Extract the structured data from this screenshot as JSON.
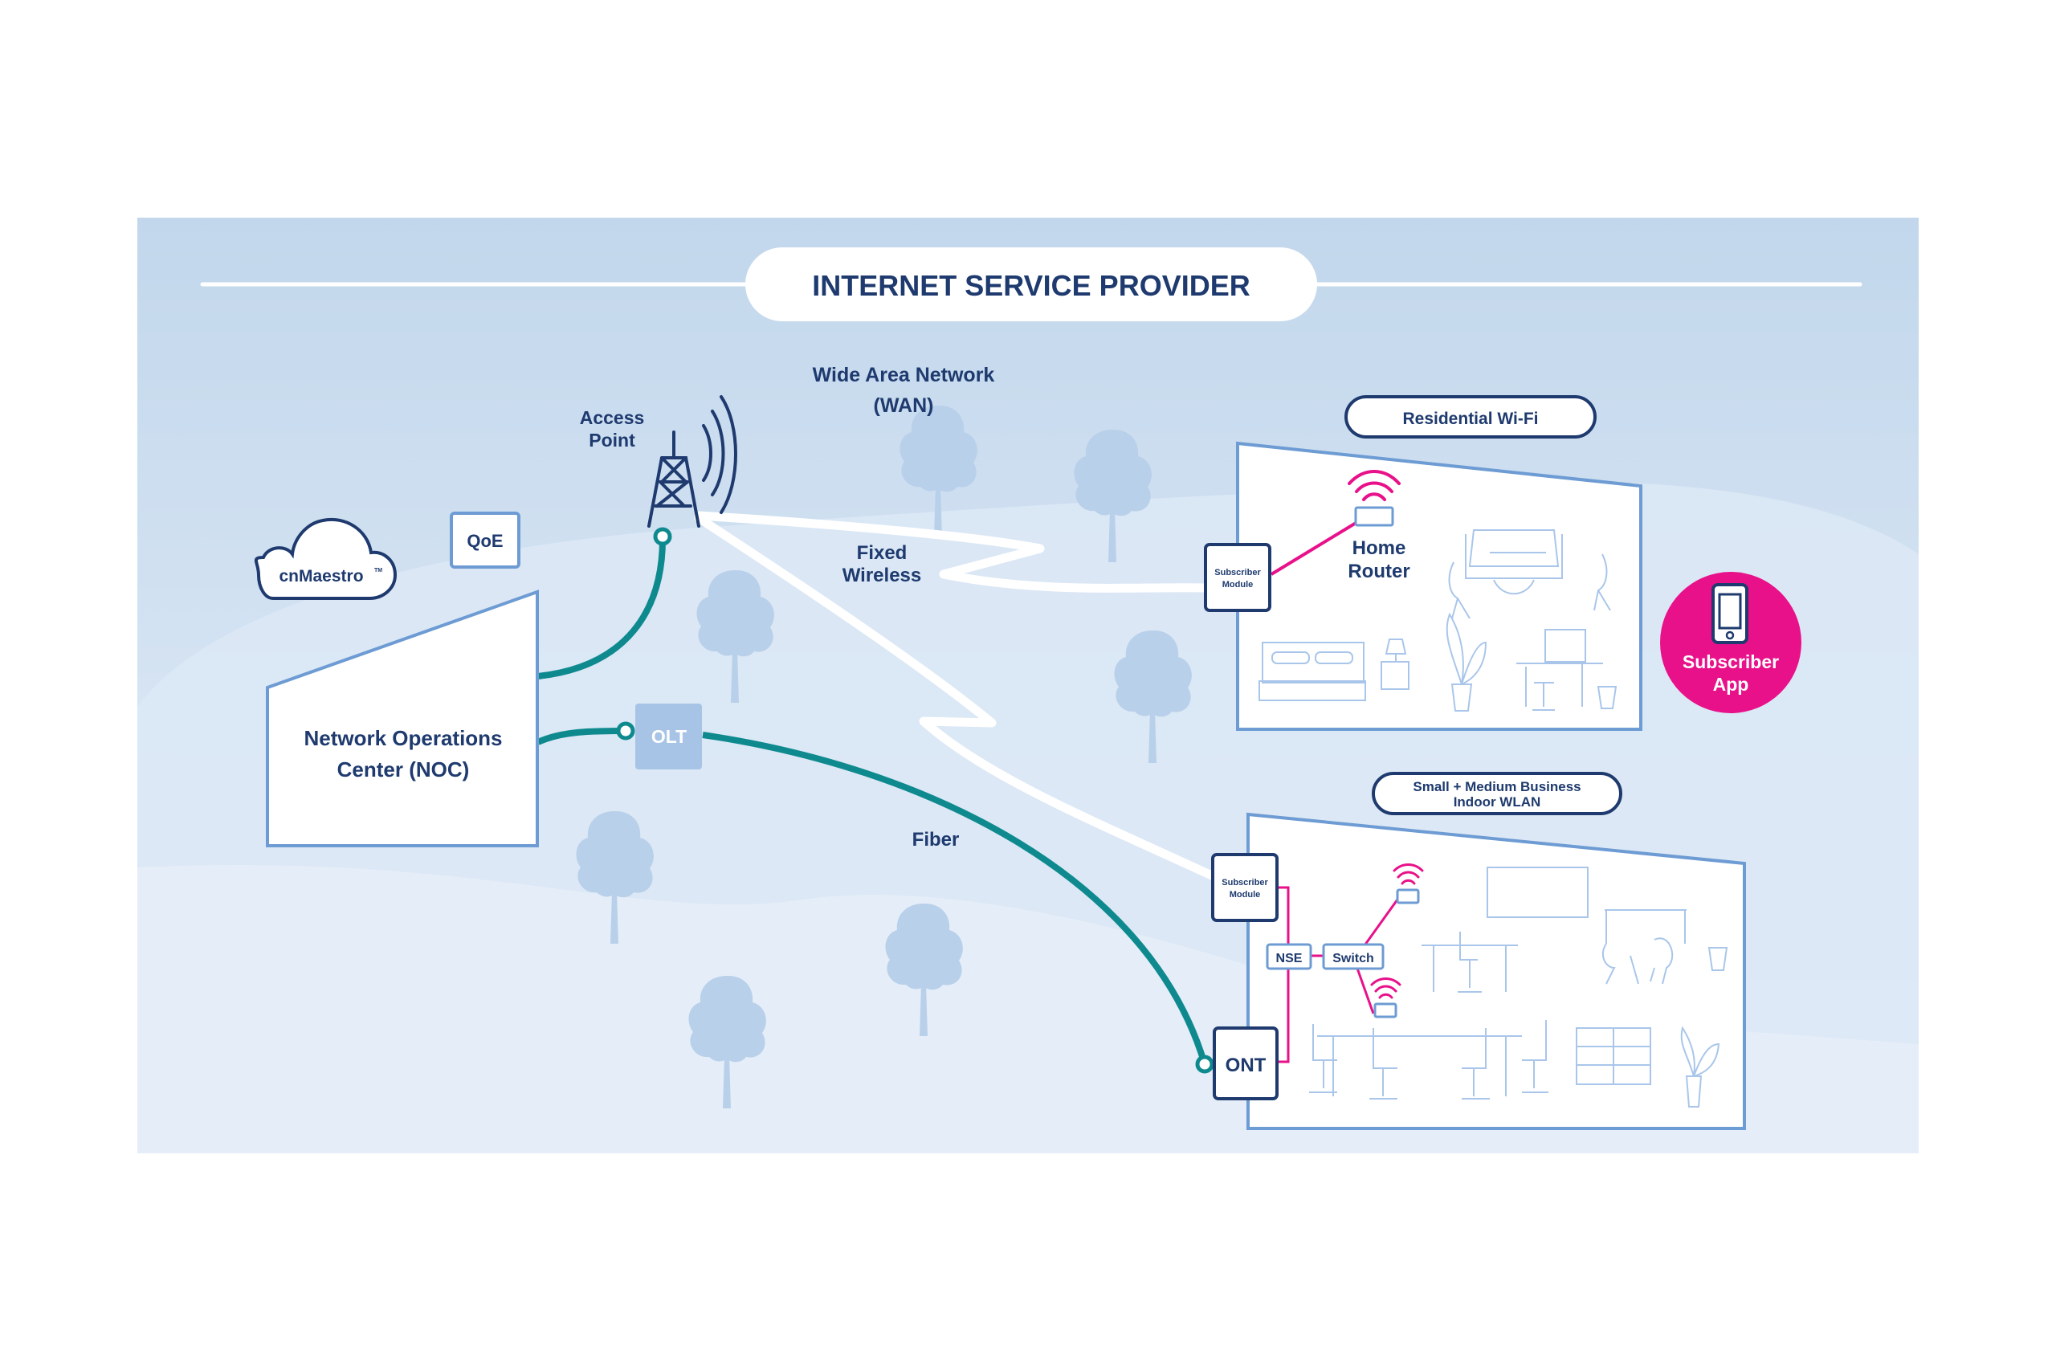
{
  "title": "INTERNET SERVICE PROVIDER",
  "colors": {
    "navy": "#1e3a6e",
    "teal": "#0e8a8f",
    "magenta": "#e8118a",
    "panel_top": "#c2d7ec",
    "panel_bottom": "#ebf2fa",
    "outline_blue": "#6d9bd3",
    "olt_fill": "#a7c4e6"
  },
  "labels": {
    "wan_line1": "Wide Area Network",
    "wan_line2": "(WAN)",
    "access_point_line1": "Access",
    "access_point_line2": "Point",
    "fixed_wireless_line1": "Fixed",
    "fixed_wireless_line2": "Wireless",
    "fiber": "Fiber",
    "cnmaestro": "cnMaestro",
    "cnmaestro_tm": "TM",
    "qoe": "QoE",
    "noc_line1": "Network Operations",
    "noc_line2": "Center (NOC)",
    "olt": "OLT",
    "ont": "ONT"
  },
  "residential": {
    "badge": "Residential Wi-Fi",
    "subscriber_module_line1": "Subscriber",
    "subscriber_module_line2": "Module",
    "router_line1": "Home",
    "router_line2": "Router"
  },
  "business": {
    "badge_line1": "Small + Medium Business",
    "badge_line2": "Indoor WLAN",
    "subscriber_module_line1": "Subscriber",
    "subscriber_module_line2": "Module",
    "nse": "NSE",
    "switch": "Switch"
  },
  "subscriber_app": {
    "line1": "Subscriber",
    "line2": "App"
  }
}
